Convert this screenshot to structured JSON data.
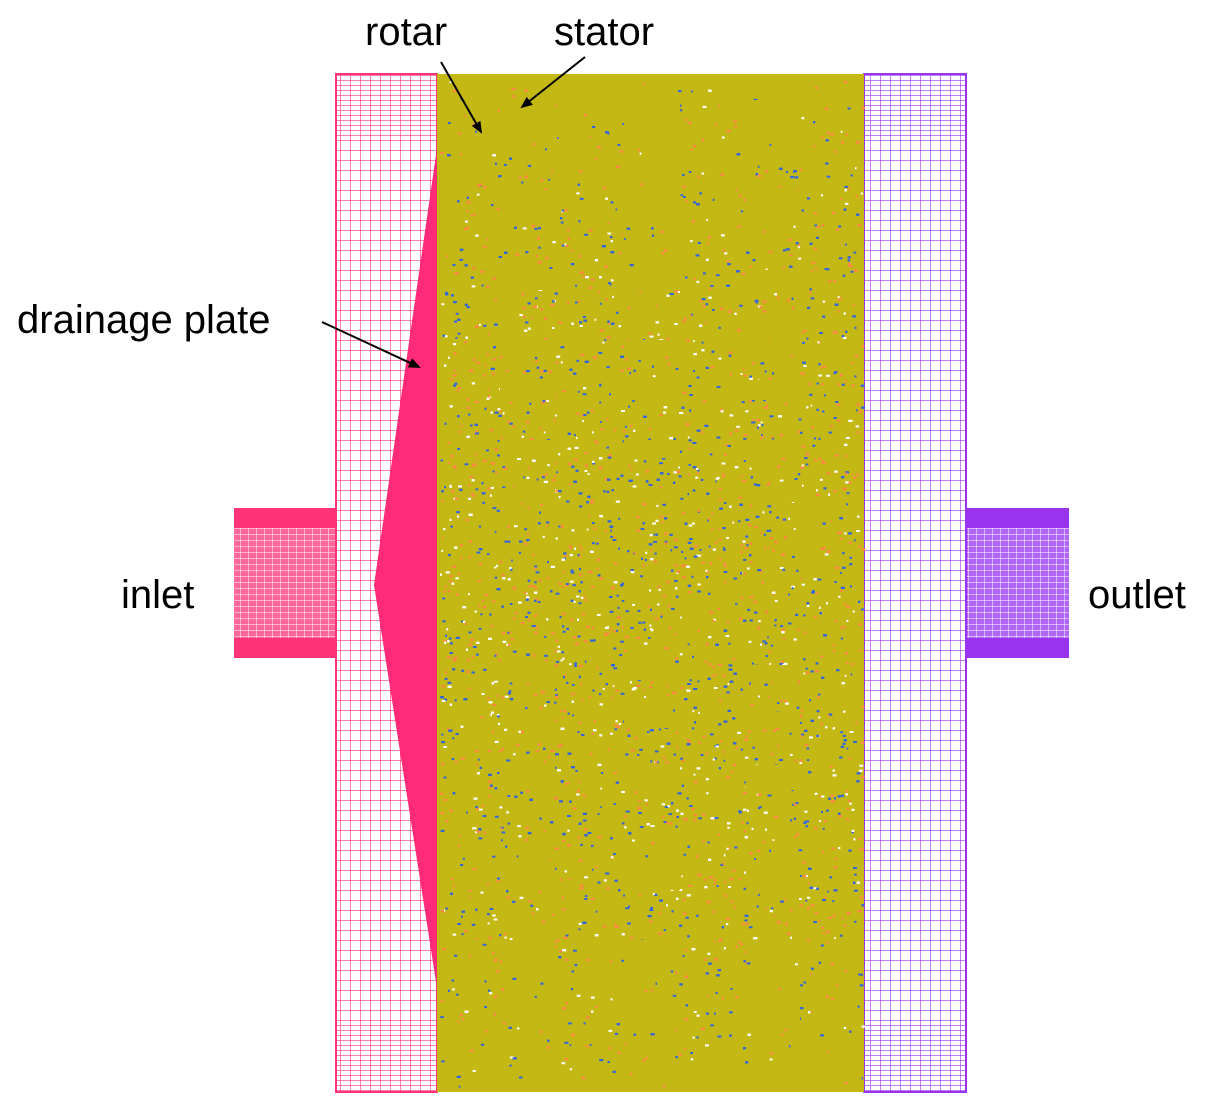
{
  "labels": {
    "rotor": "rotar",
    "stator": "stator",
    "drainage_plate": "drainage plate",
    "inlet": "inlet",
    "outlet": "outlet"
  },
  "colors": {
    "inlet_mesh": "#ff3377",
    "drainage_plate": "#ff2a78",
    "outlet_mesh": "#9933ee",
    "mixing_chamber": "#c4b814",
    "mesh_orange": "#ff8844",
    "mesh_blue": "#3366dd",
    "arrow": "#000000"
  }
}
